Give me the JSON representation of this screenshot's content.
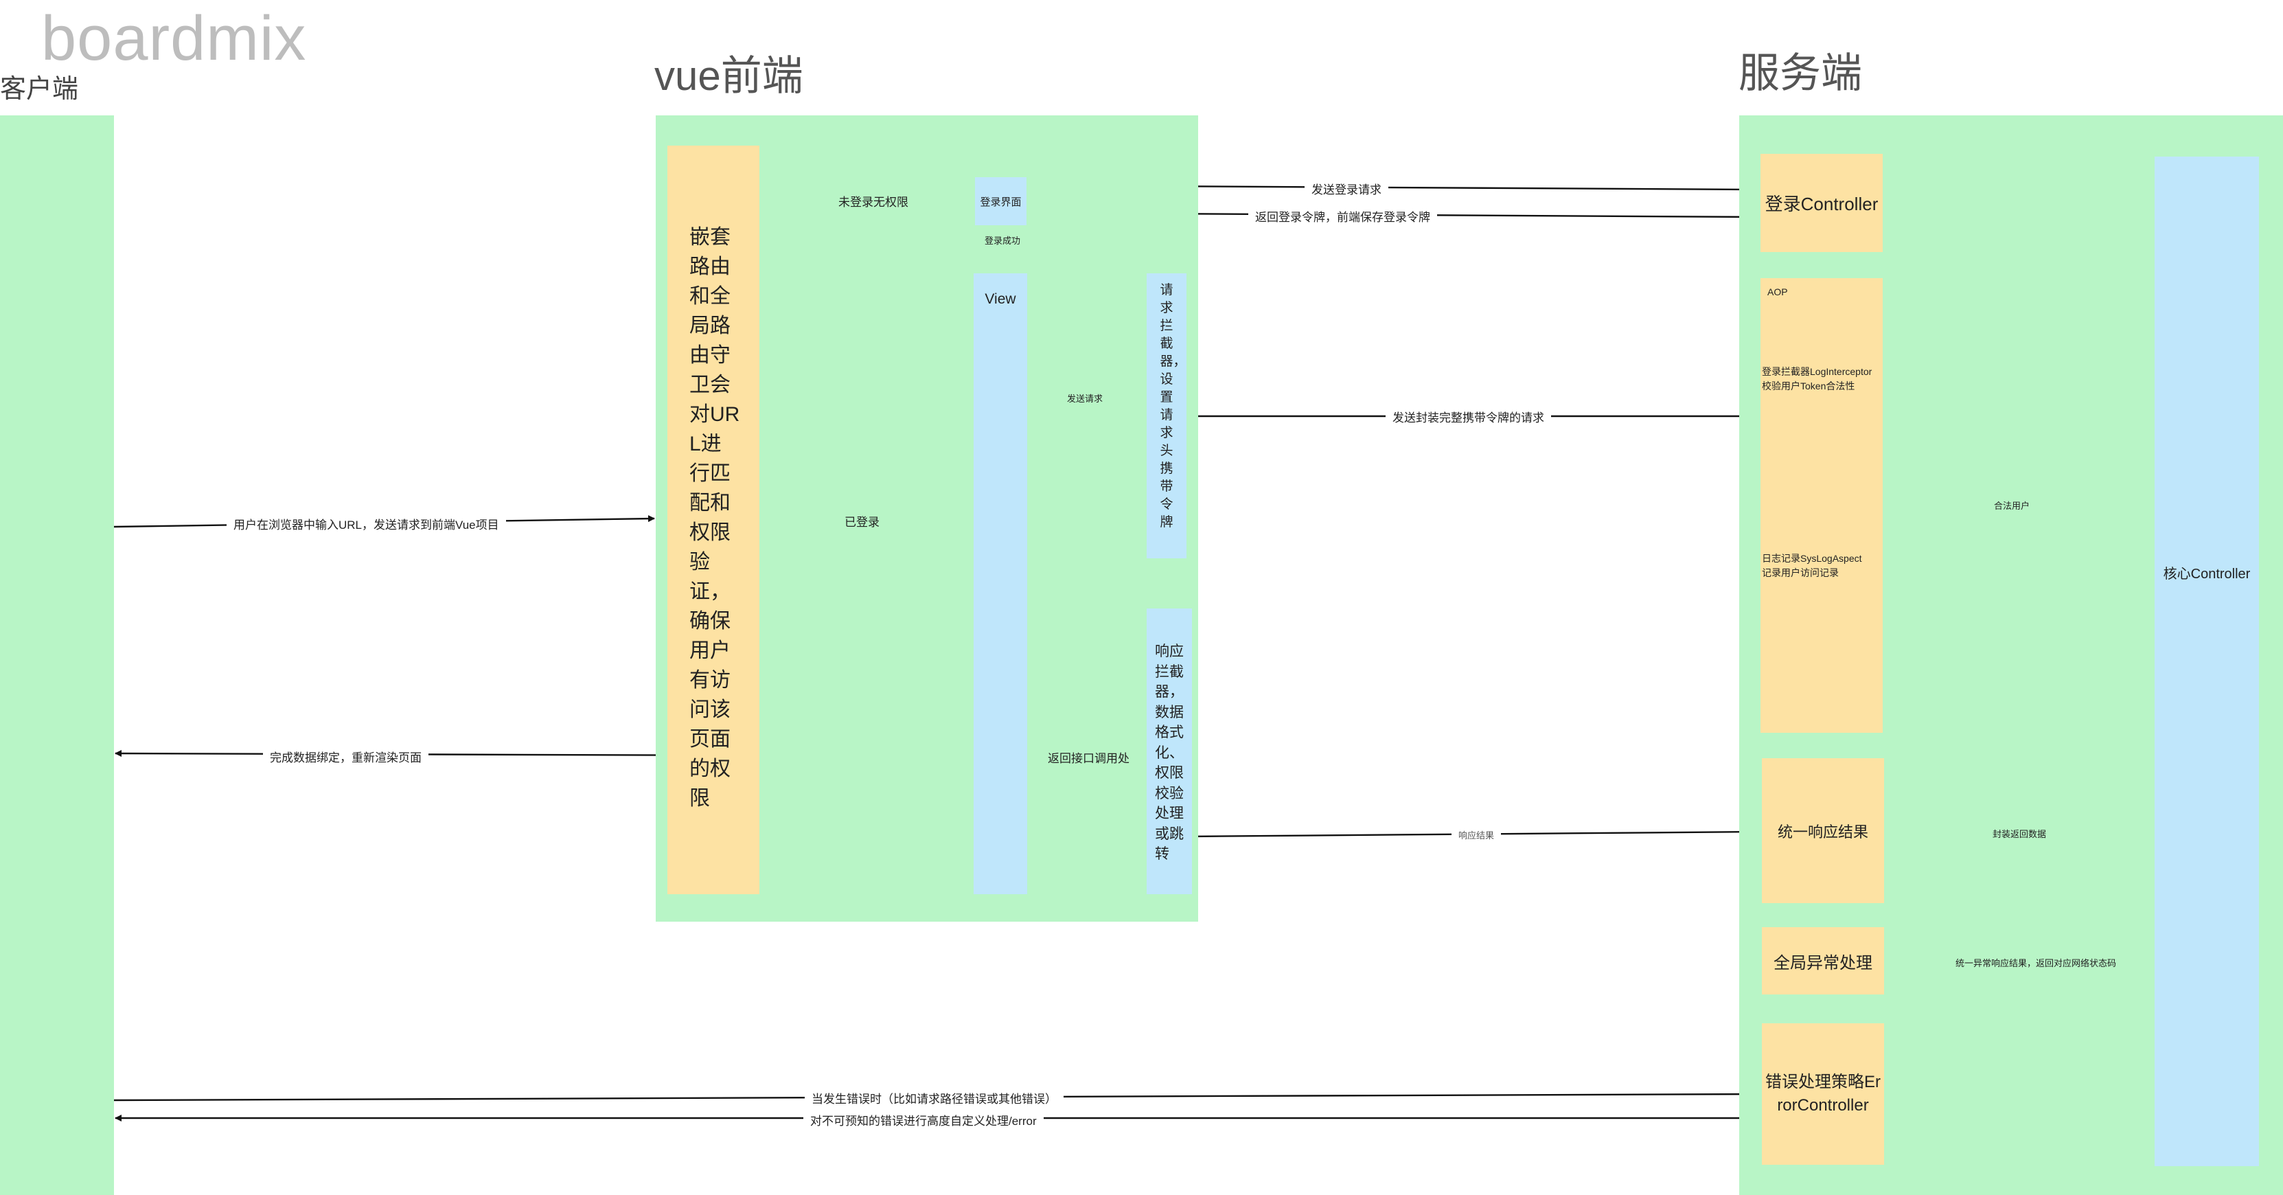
{
  "watermarks": [
    "boardmix",
    "boardmix"
  ],
  "client": {
    "title": "客户端"
  },
  "frontend": {
    "title": "vue前端",
    "router_guard_text": "嵌套路由和全局路由守卫会对URL进行匹配和权限验证，确保用户有访问该页面的权限",
    "login_page": "登录界面",
    "login_success": "登录成功",
    "view": "View",
    "request_interceptor": "请求拦截器，设置请求头携带令牌",
    "response_interceptor": "响应拦截器，数据格式化、权限校验处理或跳转",
    "edge_unauthorized": "未登录无权限",
    "edge_logged_in": "已登录",
    "edge_send_request": "发送请求",
    "edge_return_call": "返回接口调用处"
  },
  "backend": {
    "title": "服务端",
    "login_controller": "登录Controller",
    "aop_title": "AOP",
    "aop_login_interceptor": "登录拦截器LogInterceptor校验用户Token合法性",
    "aop_log_aspect": "日志记录SysLogAspect记录用户访问记录",
    "unified_response": "统一响应结果",
    "global_exception": "全局异常处理",
    "error_strategy": "错误处理策略ErrorController",
    "core_controller": "核心Controller",
    "edge_legal_user": "合法用户",
    "edge_wrap_data": "封装返回数据",
    "edge_unified_exception": "统一异常响应结果，返回对应网络状态码"
  },
  "edges": {
    "client_to_front": "用户在浏览器中输入URL，发送请求到前端Vue项目",
    "front_to_client": "完成数据绑定，重新渲染页面",
    "send_login": "发送登录请求",
    "return_token": "返回登录令牌，前端保存登录令牌",
    "send_wrapped": "发送封装完整携带令牌的请求",
    "response_result": "响应结果",
    "error_occurs": "当发生错误时（比如请求路径错误或其他错误）",
    "error_custom": "对不可预知的错误进行高度自定义处理/error"
  }
}
